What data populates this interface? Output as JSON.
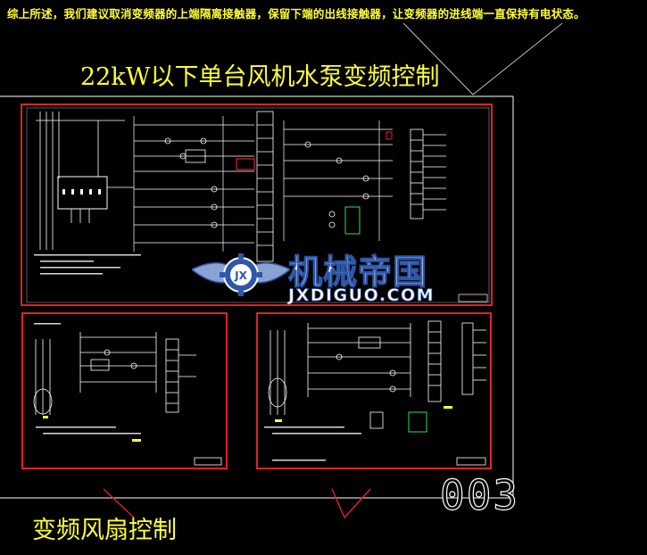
{
  "annotations": {
    "top_note": "综上所述，我们建议取消变频器的上端隔离接触器，保留下端的出线接触器，让变频器的进线端一直保持有电状态。",
    "title_main": "22kW以下单台风机水泵变频控制",
    "title_fan": "变频风扇控制",
    "page_number": "003"
  },
  "watermark": {
    "name_cn": "机械帝国",
    "name_en": "JXDIGUO.COM",
    "badge_text": "JX"
  },
  "colors": {
    "background": "#000000",
    "annotation_text": "#ffff33",
    "frame_red": "#e0202a",
    "drawing_white": "#ffffff",
    "drawing_green": "#33dd55",
    "watermark_blue": "#2e57a8"
  }
}
